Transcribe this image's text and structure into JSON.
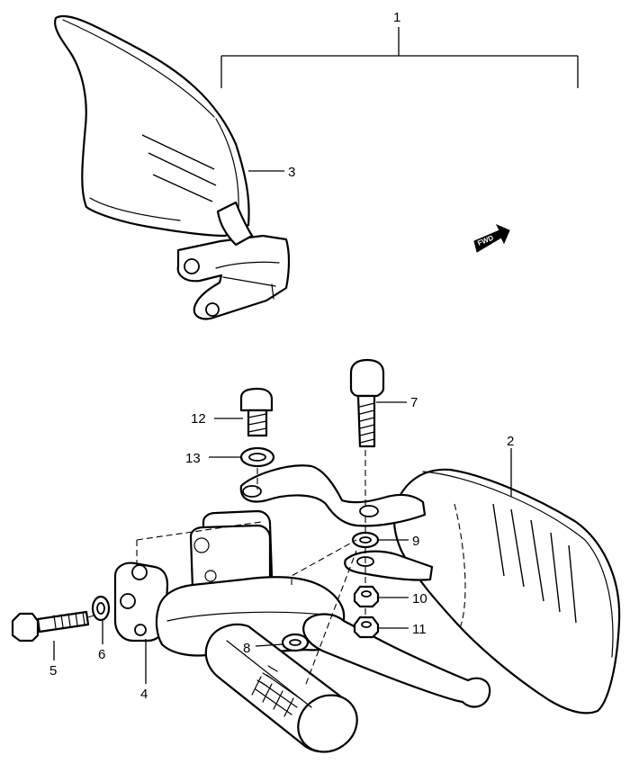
{
  "diagram": {
    "callouts": {
      "c1": "1",
      "c2": "2",
      "c3": "3",
      "c4": "4",
      "c5": "5",
      "c6": "6",
      "c7": "7",
      "c8": "8",
      "c9": "9",
      "c10": "10",
      "c11": "11",
      "c12": "12",
      "c13": "13"
    },
    "fwd_marker": "FWD",
    "parts": [
      "upper-knuckle-guard",
      "lower-knuckle-guard",
      "guard-bracket",
      "lever-holder",
      "bolt",
      "washer",
      "bolt",
      "grip",
      "washer",
      "nut",
      "nut",
      "bolt",
      "washer"
    ]
  }
}
